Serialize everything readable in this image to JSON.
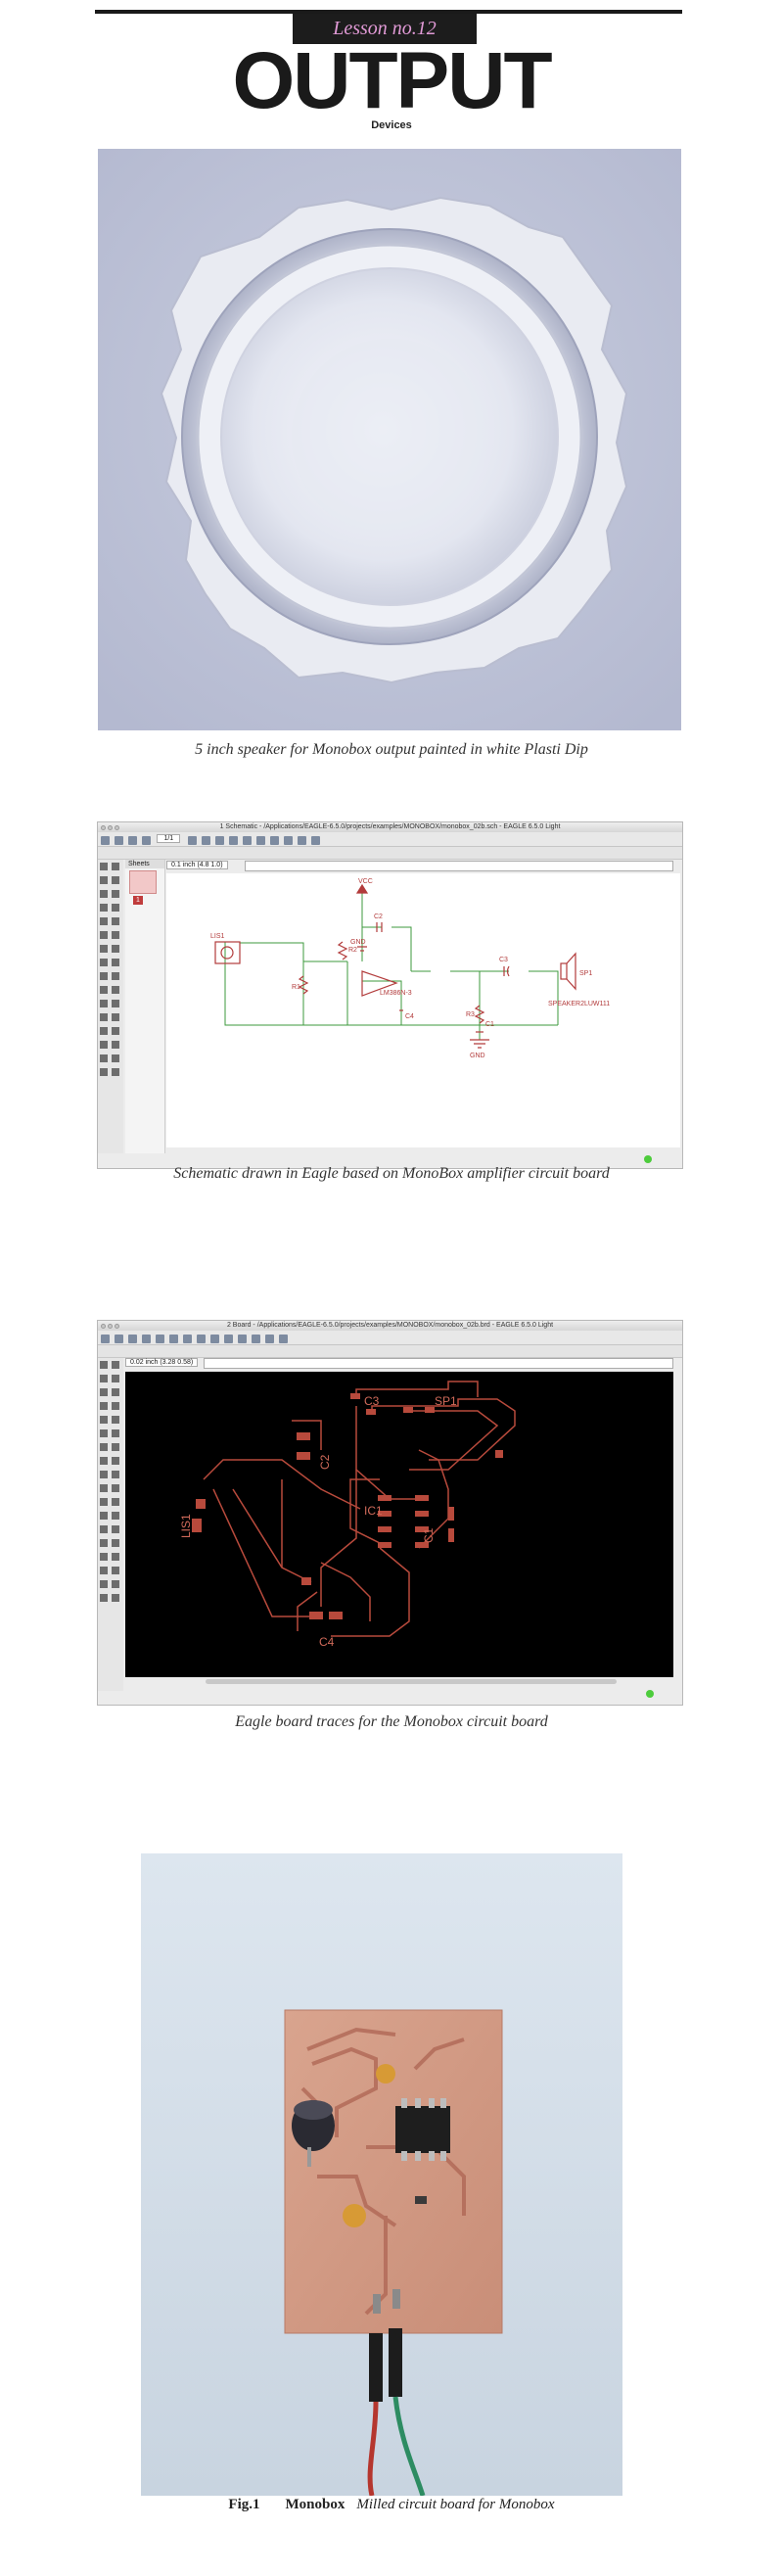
{
  "header": {
    "lesson": "Lesson no.12",
    "title": "OUTPUT",
    "subtitle": "Devices"
  },
  "figures": {
    "speaker_caption": "5 inch speaker for Monobox output painted in white Plasti Dip",
    "schematic_caption": "Schematic drawn in Eagle based on MonoBox amplifier circuit board",
    "board_caption": "Eagle board traces for the Monobox circuit board"
  },
  "schematic_window": {
    "title": "1 Schematic - /Applications/EAGLE-6.5.0/projects/examples/MONOBOX/monobox_02b.sch - EAGLE 6.5.0 Light",
    "zoom_value": "1/1",
    "sheets_label": "Sheets",
    "coord_readout": "0.1 inch (4.8 1.0)",
    "sheet_number": "1",
    "labels": {
      "vcc": "VCC",
      "lis": "LIS1",
      "ic": "LM386N-3",
      "r1": "R1",
      "r2": "R2",
      "r3": "R3",
      "c1": "C1",
      "c2": "C2",
      "c3": "C3",
      "c4": "C4",
      "gnd1": "GND",
      "gnd2": "GND",
      "sp": "SP1",
      "sp_value": "SPEAKER2LUW111"
    }
  },
  "board_window": {
    "title": "2 Board - /Applications/EAGLE-6.5.0/projects/examples/MONOBOX/monobox_02b.brd - EAGLE 6.5.0 Light",
    "coord_readout": "0.02 inch (3.28 0.58)",
    "labels": {
      "c3": "C3",
      "sp1": "SP1",
      "c2": "C2",
      "ic1": "IC1",
      "c1": "C1",
      "lis1": "LIS1",
      "c4": "C4"
    }
  },
  "photo_caption": {
    "fig_number": "Fig.1",
    "fig_title": "Monobox",
    "fig_desc": "Milled circuit board for Monobox"
  },
  "colors": {
    "lesson_text": "#e19ad6",
    "lesson_bg": "#1c1c1c",
    "trace": "#b84a3c",
    "schematic_part": "#b23b3b",
    "schematic_net": "#3c9a3c"
  }
}
